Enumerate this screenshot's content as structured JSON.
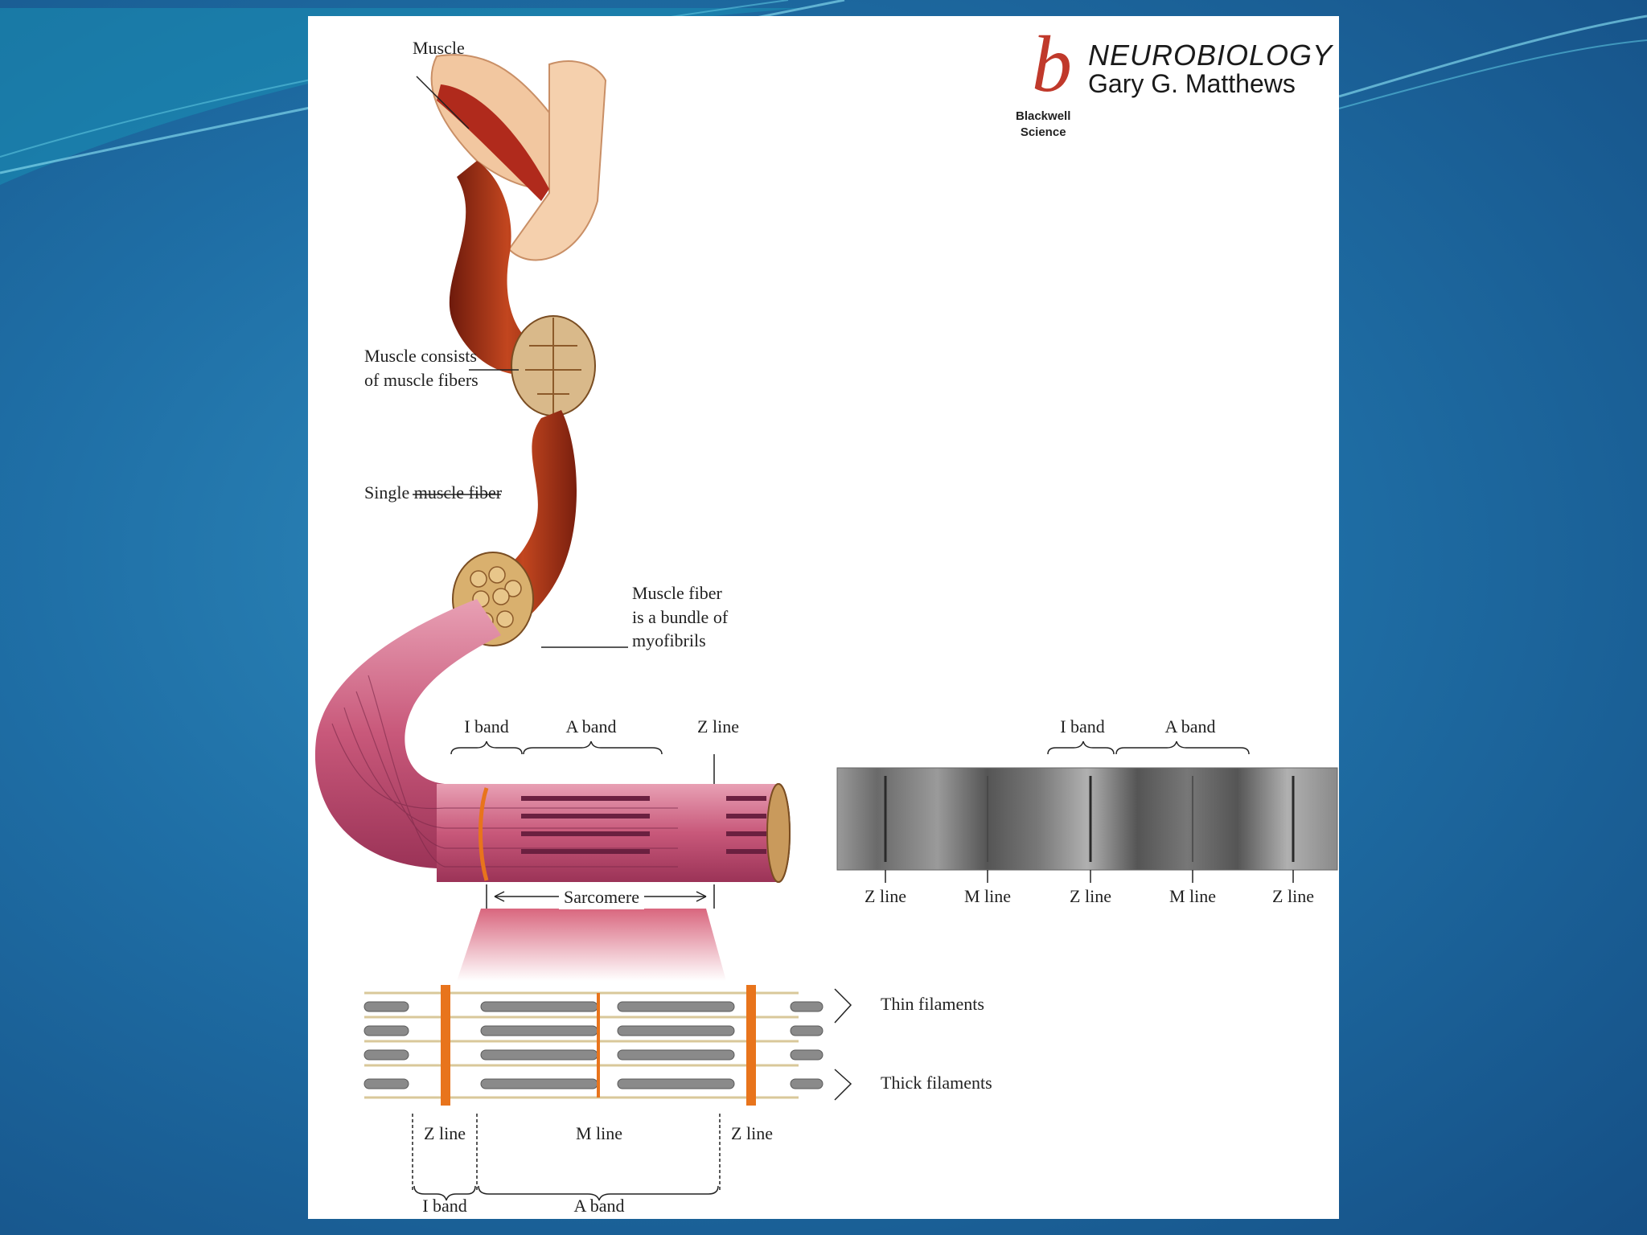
{
  "brand": {
    "logo_letter": "b",
    "title": "NEUROBIOLOGY",
    "author": "Gary G. Matthews",
    "publisher": "Blackwell\nScience"
  },
  "labels": {
    "muscle": "Muscle",
    "muscle_consists": "Muscle consists\nof muscle fibers",
    "single_fiber": "Single muscle fiber",
    "fiber_bundle": "Muscle fiber\nis a bundle of\nmyofibrils",
    "myofibril_i_band": "I band",
    "myofibril_a_band": "A band",
    "myofibril_z_line": "Z line",
    "sarcomere": "Sarcomere",
    "thin_filaments": "Thin filaments",
    "thick_filaments": "Thick filaments",
    "detail_z_line_left": "Z line",
    "detail_m_line": "M line",
    "detail_z_line_right": "Z line",
    "detail_i_band": "I band",
    "detail_a_band": "A band"
  },
  "micrograph": {
    "top_labels": [
      "I band",
      "A band"
    ],
    "bottom_labels": [
      "Z line",
      "M line",
      "Z line",
      "M line",
      "Z line"
    ]
  },
  "colors": {
    "muscle_red": "#a8321e",
    "myofibril_pink": "#c8587a",
    "z_line_orange": "#e8741c",
    "tissue_tan": "#c9a06a"
  }
}
